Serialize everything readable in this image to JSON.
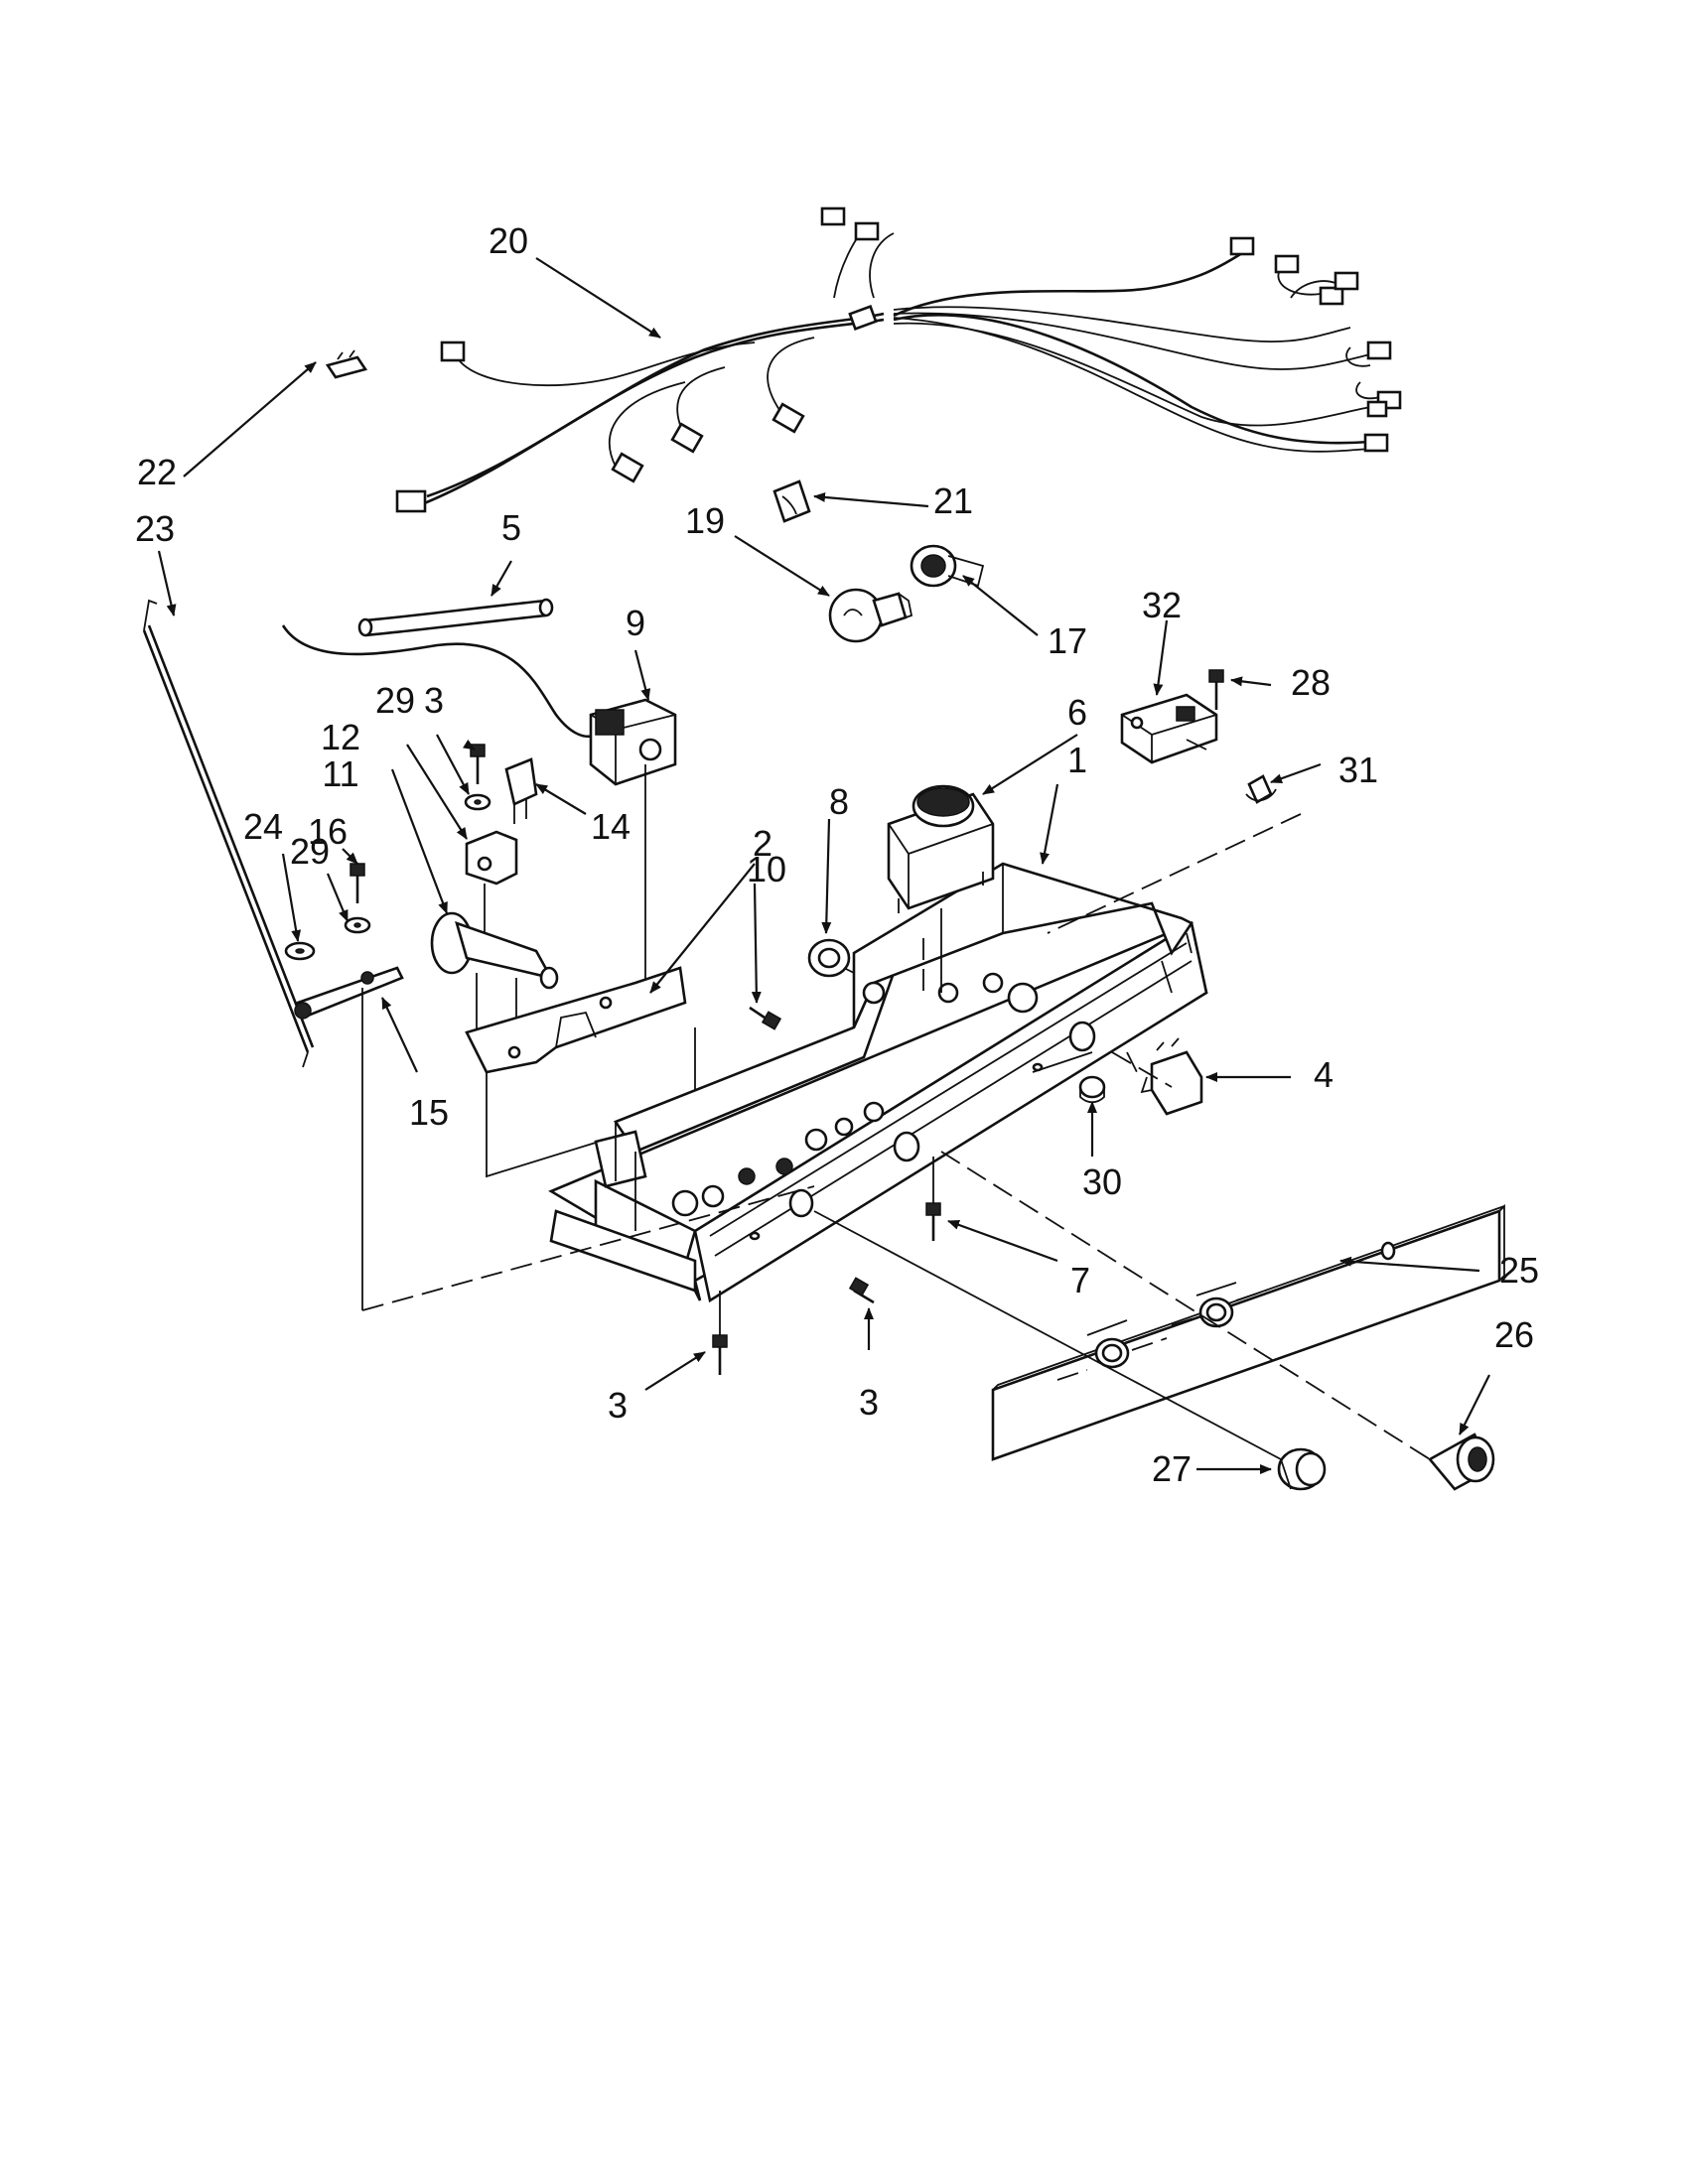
{
  "callouts": [
    {
      "id": "1",
      "text": "1"
    },
    {
      "id": "2",
      "text": "2"
    },
    {
      "id": "3a",
      "text": "3"
    },
    {
      "id": "3b",
      "text": "3"
    },
    {
      "id": "3c",
      "text": "3"
    },
    {
      "id": "4",
      "text": "4"
    },
    {
      "id": "5",
      "text": "5"
    },
    {
      "id": "6",
      "text": "6"
    },
    {
      "id": "7",
      "text": "7"
    },
    {
      "id": "8",
      "text": "8"
    },
    {
      "id": "9",
      "text": "9"
    },
    {
      "id": "10",
      "text": "10"
    },
    {
      "id": "11",
      "text": "11"
    },
    {
      "id": "12",
      "text": "12"
    },
    {
      "id": "14",
      "text": "14"
    },
    {
      "id": "15",
      "text": "15"
    },
    {
      "id": "16",
      "text": "16"
    },
    {
      "id": "17",
      "text": "17"
    },
    {
      "id": "19",
      "text": "19"
    },
    {
      "id": "20",
      "text": "20"
    },
    {
      "id": "21",
      "text": "21"
    },
    {
      "id": "22",
      "text": "22"
    },
    {
      "id": "23",
      "text": "23"
    },
    {
      "id": "24",
      "text": "24"
    },
    {
      "id": "25",
      "text": "25"
    },
    {
      "id": "26",
      "text": "26"
    },
    {
      "id": "27",
      "text": "27"
    },
    {
      "id": "28",
      "text": "28"
    },
    {
      "id": "29a",
      "text": "29"
    },
    {
      "id": "29b",
      "text": "29"
    },
    {
      "id": "30",
      "text": "30"
    },
    {
      "id": "31",
      "text": "31"
    },
    {
      "id": "32",
      "text": "32"
    }
  ]
}
